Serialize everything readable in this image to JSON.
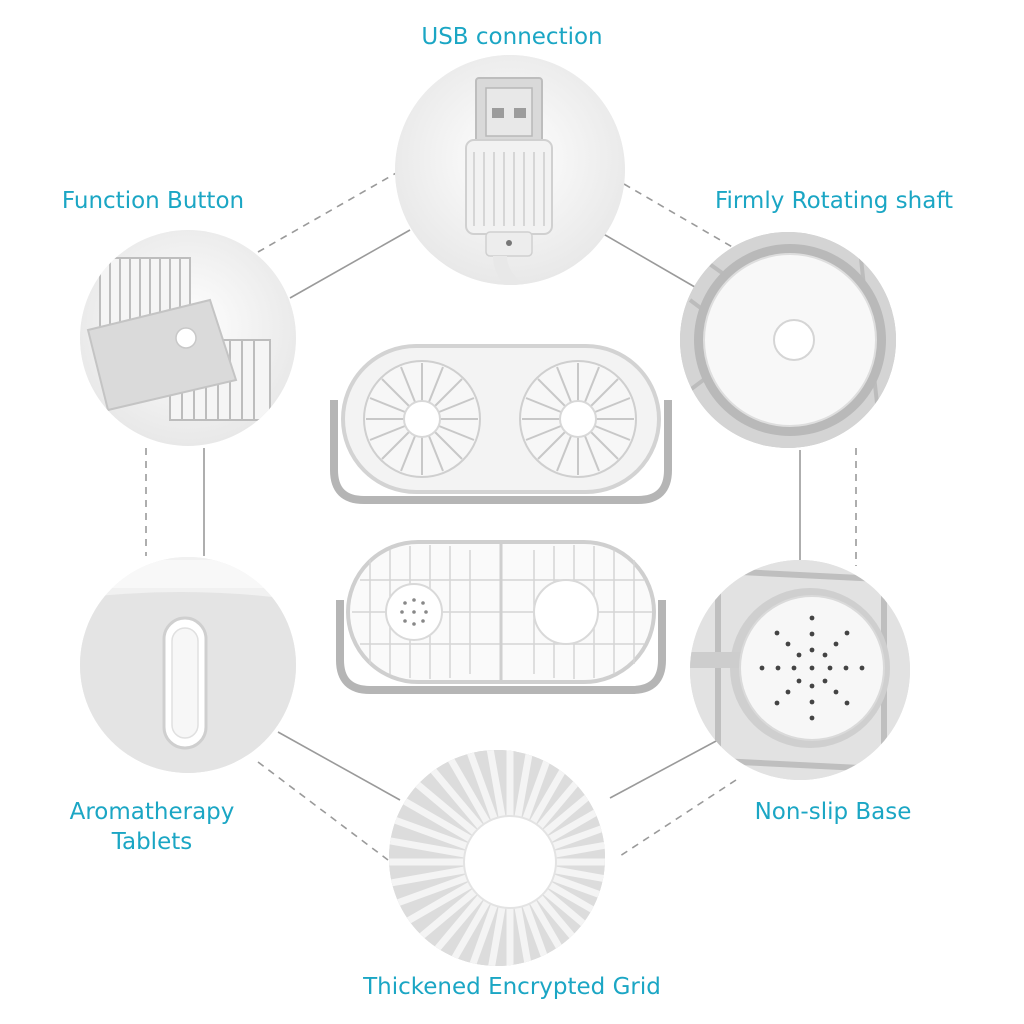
{
  "labels": {
    "usb": "USB connection",
    "function_button": "Function Button",
    "rotating_shaft": "Firmly Rotating shaft",
    "aromatherapy_line1": "Aromatherapy",
    "aromatherapy_line2": "Tablets",
    "non_slip_base": "Non-slip Base",
    "grid": "Thickened Encrypted Grid"
  },
  "colors": {
    "label": "#1ba6c4",
    "connector": "#9a9a9a",
    "product_white": "#f4f4f4",
    "product_grey": "#c9c9c9"
  },
  "icons": [
    "usb-plug-icon",
    "fan-blade-icon",
    "fan-grille-icon",
    "aroma-disc-icon",
    "power-button-icon"
  ]
}
